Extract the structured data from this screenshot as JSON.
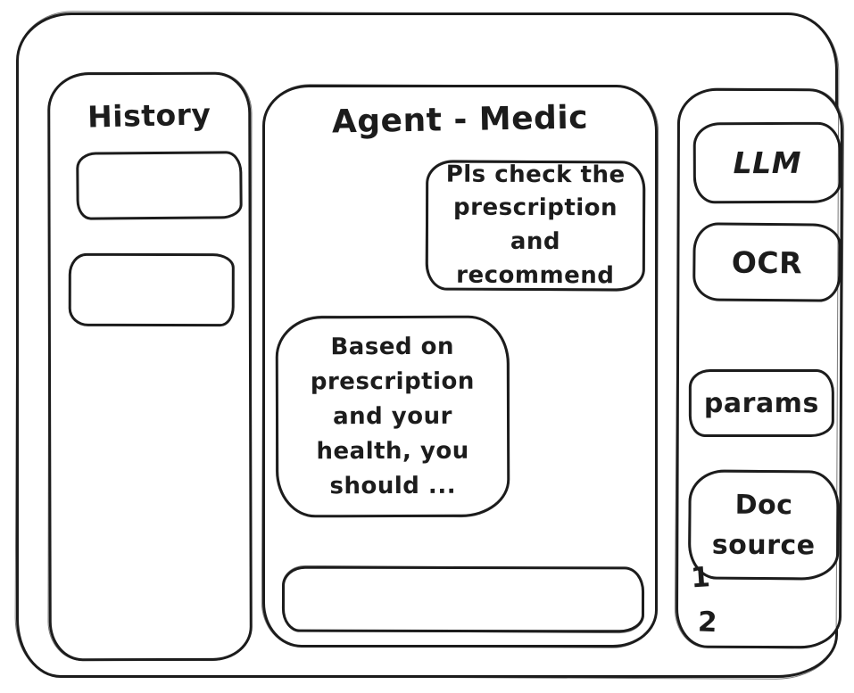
{
  "colors": {
    "ink": "#1c1c1c",
    "background": "#ffffff"
  },
  "history_panel": {
    "title": "History",
    "items": [
      {
        "label": ""
      },
      {
        "label": ""
      }
    ]
  },
  "chat_panel": {
    "title": "Agent - Medic",
    "messages": [
      {
        "role": "user",
        "text": "Pls check the\nprescription\nand recommend"
      },
      {
        "role": "assistant",
        "text": "Based on\nprescription\nand your\nhealth, you\nshould ..."
      }
    ],
    "input": {
      "value": "",
      "placeholder": ""
    }
  },
  "tools_panel": {
    "llm_button": "LLM",
    "ocr_button": "OCR",
    "params_button": "params",
    "doc_source_button": "Doc\nsource",
    "source_items": [
      "1",
      "2"
    ]
  }
}
